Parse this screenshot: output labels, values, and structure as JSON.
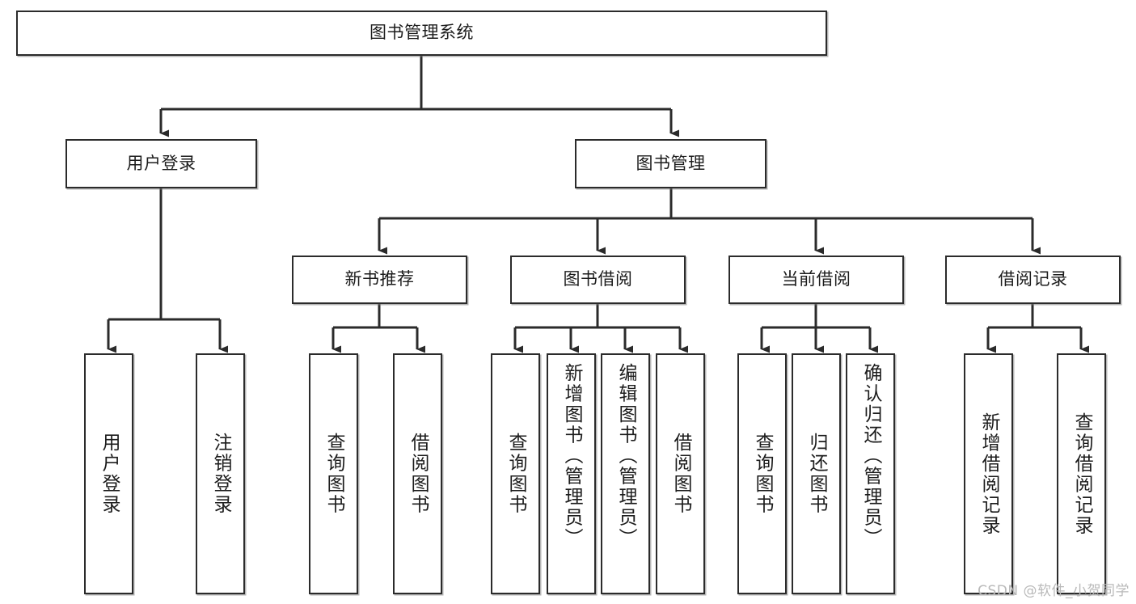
{
  "diagram": {
    "type": "tree-hierarchy-flowchart",
    "title": "图书管理系统",
    "orientation": "top-down",
    "style": {
      "box_fill": "#ffffff",
      "box_stroke": "#2b2b2b",
      "connector_color": "#2b2b2b",
      "text_color": "#1c1c1c",
      "background": "#ffffff"
    },
    "levels": {
      "root": {
        "label": "图书管理系统"
      },
      "level2": [
        {
          "id": "user-login",
          "label": "用户登录"
        },
        {
          "id": "book-management",
          "label": "图书管理"
        }
      ],
      "level3": [
        {
          "id": "new-book-recommend",
          "label": "新书推荐",
          "parent": "book-management"
        },
        {
          "id": "book-borrow",
          "label": "图书借阅",
          "parent": "book-management"
        },
        {
          "id": "current-borrow",
          "label": "当前借阅",
          "parent": "book-management"
        },
        {
          "id": "borrow-record",
          "label": "借阅记录",
          "parent": "book-management"
        }
      ],
      "leaves": [
        {
          "id": "leaf-user-login",
          "label": "用户登录",
          "parent": "user-login"
        },
        {
          "id": "leaf-logout-login",
          "label": "注销登录",
          "parent": "user-login"
        },
        {
          "id": "leaf-query-book-1",
          "label": "查询图书",
          "parent": "new-book-recommend"
        },
        {
          "id": "leaf-borrow-book-1",
          "label": "借阅图书",
          "parent": "new-book-recommend"
        },
        {
          "id": "leaf-query-book-2",
          "label": "查询图书",
          "parent": "book-borrow"
        },
        {
          "id": "leaf-add-book",
          "label": "新增图书（管理员）",
          "parent": "book-borrow"
        },
        {
          "id": "leaf-edit-book",
          "label": "编辑图书（管理员）",
          "parent": "book-borrow"
        },
        {
          "id": "leaf-borrow-book-2",
          "label": "借阅图书",
          "parent": "book-borrow"
        },
        {
          "id": "leaf-query-book-3",
          "label": "查询图书",
          "parent": "current-borrow"
        },
        {
          "id": "leaf-return-book",
          "label": "归还图书",
          "parent": "current-borrow"
        },
        {
          "id": "leaf-confirm-return",
          "label": "确认归还（管理员）",
          "parent": "current-borrow"
        },
        {
          "id": "leaf-add-borrow-record",
          "label": "新增借阅记录",
          "parent": "borrow-record"
        },
        {
          "id": "leaf-query-borrow-record",
          "label": "查询借阅记录",
          "parent": "borrow-record"
        }
      ]
    }
  },
  "watermark": {
    "text": "CSDN @软件_小贺同学"
  }
}
